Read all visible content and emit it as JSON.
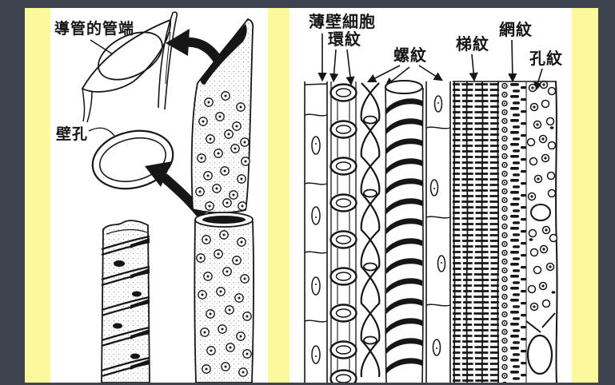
{
  "scene": {
    "type": "textbook-slide",
    "colors": {
      "frame": "#3e4350",
      "slide_background": "#fbf99c",
      "panel_background": "#ffffff",
      "ink": "#161616"
    }
  },
  "left_figure": {
    "labels": {
      "vessel_end": "導管的管端",
      "wall_pit": "壁孔"
    }
  },
  "right_figure": {
    "labels": {
      "parenchyma": "薄壁細胞",
      "annular": "環紋",
      "spiral": "螺紋",
      "scalariform": "梯紋",
      "reticulate": "網紋",
      "pitted": "孔紋"
    }
  }
}
